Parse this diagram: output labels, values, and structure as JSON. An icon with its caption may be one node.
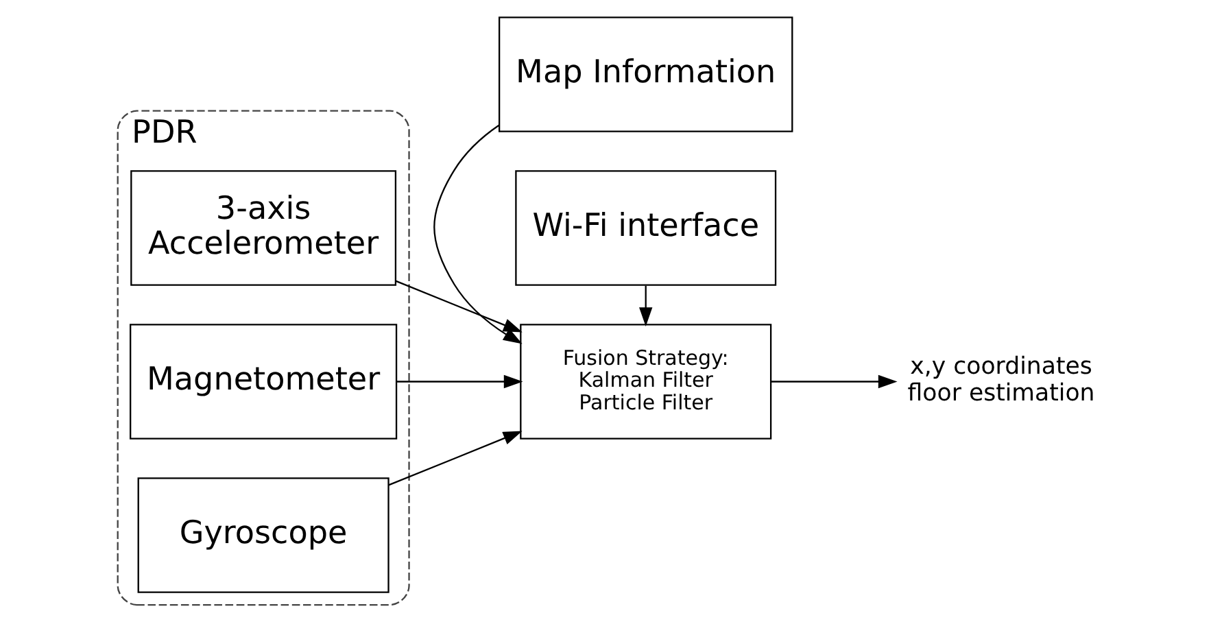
{
  "diagram": {
    "nodes": [
      {
        "text": [
          "PDR"
        ]
      },
      {
        "text": [
          "3-axis Accelerometer"
        ],
        "in": 0
      },
      {
        "text": [
          "Magnetometer"
        ],
        "in": 0
      },
      {
        "text": [
          "Gyroscope"
        ],
        "in": 0
      },
      {
        "text": [
          "Map Information"
        ]
      },
      {
        "text": [
          "Fusion Strategy: Kalman Filter Particle Filter"
        ]
      },
      {
        "text": [
          "Wi-Fi interface"
        ]
      },
      {
        "text": [
          "x,y coordinates floor estimation"
        ]
      }
    ],
    "edges": [
      {
        "from": 1,
        "to": 5,
        "arrow": "to"
      },
      {
        "from": 2,
        "to": 5,
        "arrow": "to"
      },
      {
        "from": 3,
        "to": 5,
        "arrow": "to"
      },
      {
        "from": 4,
        "to": 5,
        "arrow": "to"
      },
      {
        "from": 6,
        "to": 5,
        "arrow": "to"
      },
      {
        "from": 5,
        "to": 7,
        "arrow": "to"
      }
    ]
  }
}
